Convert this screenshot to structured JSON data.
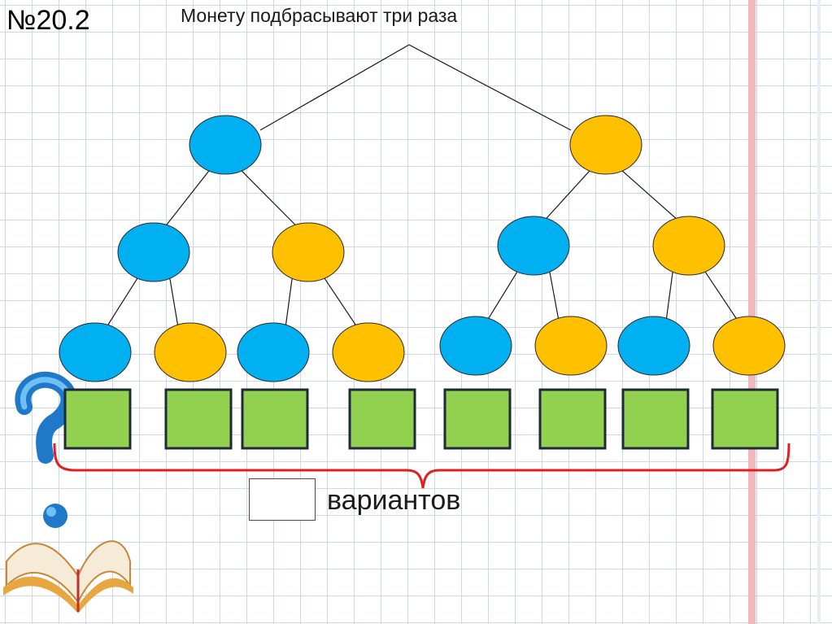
{
  "header": {
    "task_number": "№20.2",
    "title": "Монету подбрасывают три раза"
  },
  "answer": {
    "label": "вариантов",
    "value": ""
  },
  "colors": {
    "heads": "#00b0f0",
    "tails": "#ffc000",
    "outcome_box": "#92d050",
    "brace": "#e02020",
    "margin": "#f2b8bd"
  },
  "tree": {
    "levels": [
      [
        "blue",
        "orange"
      ],
      [
        "blue",
        "orange",
        "blue",
        "orange"
      ],
      [
        "blue",
        "orange",
        "blue",
        "orange",
        "blue",
        "orange",
        "blue",
        "orange"
      ]
    ],
    "outcome_count": 8
  }
}
